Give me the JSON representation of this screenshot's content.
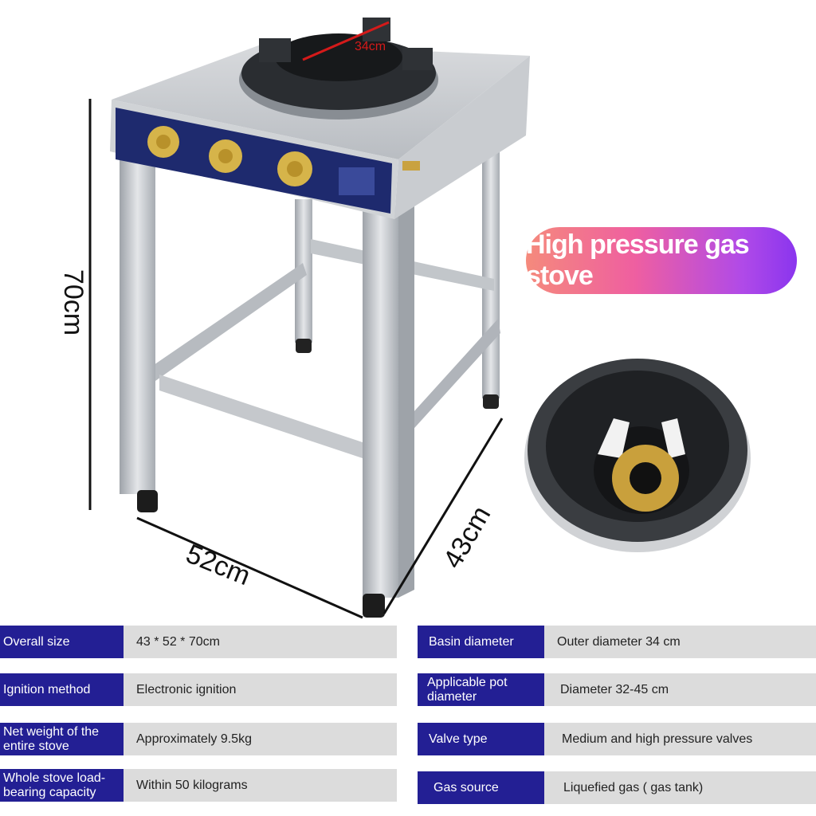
{
  "dimensions": {
    "height": "70cm",
    "width": "52cm",
    "depth": "43cm",
    "burner": "34cm"
  },
  "badge": "High pressure gas stove",
  "specs_left": [
    {
      "label": "Overall size",
      "value": "43 * 52 * 70cm"
    },
    {
      "label": "Ignition method",
      "value": "Electronic ignition"
    },
    {
      "label": "Net weight of the entire stove",
      "value": "Approximately 9.5kg"
    },
    {
      "label": "Whole stove load-bearing capacity",
      "value": "Within 50 kilograms"
    }
  ],
  "specs_right": [
    {
      "label": "Basin diameter",
      "value": "Outer diameter 34 cm"
    },
    {
      "label": "Applicable pot diameter",
      "value": "Diameter 32-45 cm"
    },
    {
      "label": "Valve type",
      "value": "Medium and high pressure valves"
    },
    {
      "label": "Gas source",
      "value": "Liquefied gas ( gas tank)"
    }
  ],
  "colors": {
    "label_bg": "#231f94",
    "value_bg": "#dcdcdc",
    "panel": "#1e2a6e",
    "steel": "#bfc3c8"
  }
}
